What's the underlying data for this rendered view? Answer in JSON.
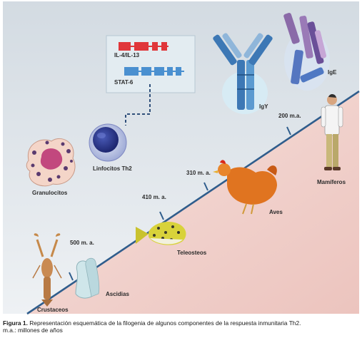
{
  "labels": {
    "il4": "IL-4/IL-13",
    "stat6": "STAT-6",
    "igy": "IgY",
    "ige": "IgE",
    "linfocitos": "Linfocitos Th2",
    "granulocitos": "Granulocitos",
    "mamiferos": "Mamíferos",
    "aves": "Aves",
    "teleosteos": "Teleosteos",
    "ascidias": "Ascidias",
    "crustaceos": "Crustaceos"
  },
  "timeline": {
    "t200": "200 m.a.",
    "t310": "310 m. a.",
    "t410": "410 m. a.",
    "t500": "500 m. a."
  },
  "caption": {
    "figure": "Figura 1.",
    "text": " Representación esquemática de la filogenia de algunos componentes de la respuesta inmunitaria Th2.",
    "abbr": "m.a.: millones de años"
  },
  "colors": {
    "il4": "#e0363a",
    "stat6": "#4a90d0",
    "axis": "#2f5d8c",
    "pink": "#f3d6d2",
    "sky": "#e4eaef"
  }
}
